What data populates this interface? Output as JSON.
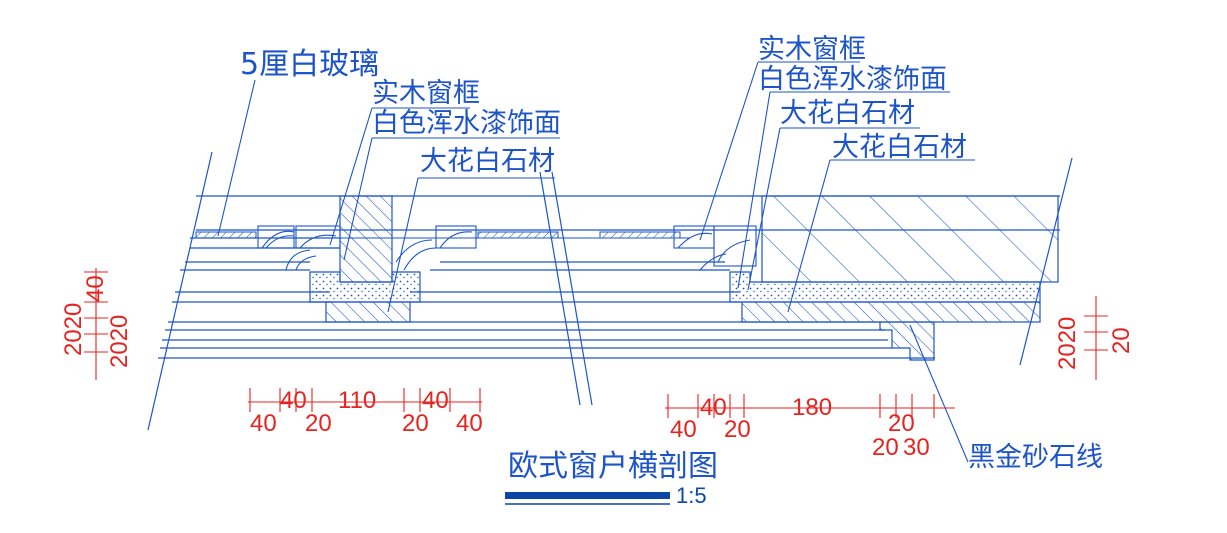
{
  "colors": {
    "line": "#1d55c8",
    "dimension": "#e5231f",
    "scale_bar": "#0b47a8",
    "background": "#ffffff"
  },
  "title": "欧式窗户横剖图",
  "scale": "1:5",
  "callouts": {
    "glass": "5厘白玻璃",
    "frame_left": "实木窗框",
    "paint_left": "白色浑水漆饰面",
    "marble_left": "大花白石材",
    "frame_right": "实木窗框",
    "paint_right": "白色浑水漆饰面",
    "marble_right_upper": "大花白石材",
    "marble_right_lower": "大花白石材",
    "black_gold": "黑金砂石线"
  },
  "dimensions": {
    "bottom_left_top": [
      "40",
      "110",
      "40"
    ],
    "bottom_left_bottom": [
      "40",
      "20",
      "20",
      "40"
    ],
    "bottom_right_top": [
      "40",
      "180",
      "20"
    ],
    "bottom_right_bottom": [
      "40",
      "20",
      "20",
      "30"
    ],
    "left_vertical_a": "2020",
    "left_vertical_b": "40",
    "left_vertical_c": "2020",
    "right_vertical_a": "2020",
    "right_vertical_b": "20"
  }
}
